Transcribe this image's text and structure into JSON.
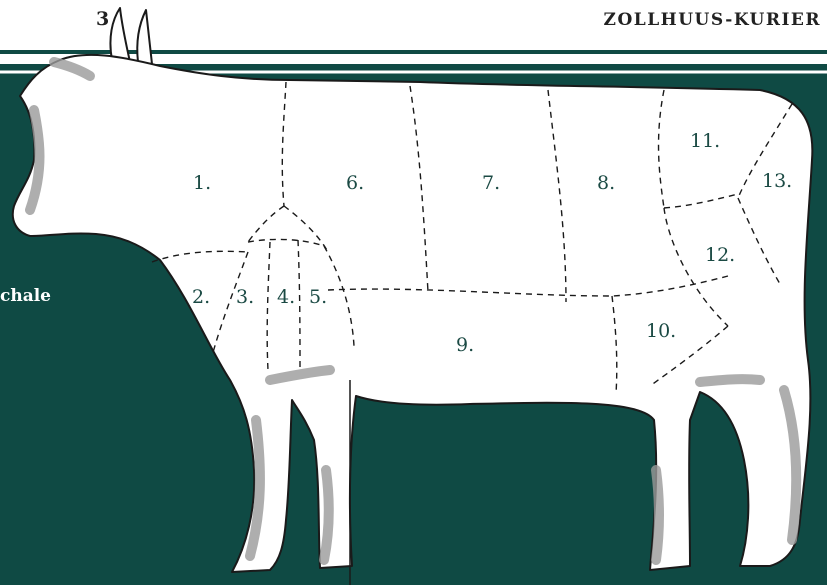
{
  "header": {
    "page_number": "3",
    "publication": "ZOLLHUUS-KURIER"
  },
  "side_text": "chale",
  "colors": {
    "panel": "#0f4a44",
    "label": "#1b4a44",
    "body_fill": "#ffffff",
    "outline": "#1a1a1a",
    "shading": "#9a9a9a"
  },
  "cuts": [
    {
      "label": "1."
    },
    {
      "label": "2."
    },
    {
      "label": "3."
    },
    {
      "label": "4."
    },
    {
      "label": "5."
    },
    {
      "label": "6."
    },
    {
      "label": "7."
    },
    {
      "label": "8."
    },
    {
      "label": "9."
    },
    {
      "label": "10."
    },
    {
      "label": "11."
    },
    {
      "label": "12."
    },
    {
      "label": "13."
    }
  ]
}
